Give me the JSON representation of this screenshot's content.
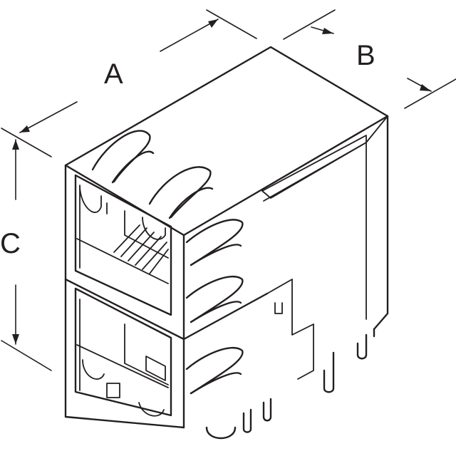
{
  "dimensions": {
    "a": "A",
    "b": "B",
    "c": "C"
  },
  "colors": {
    "line": "#231f20",
    "background": "#ffffff"
  }
}
